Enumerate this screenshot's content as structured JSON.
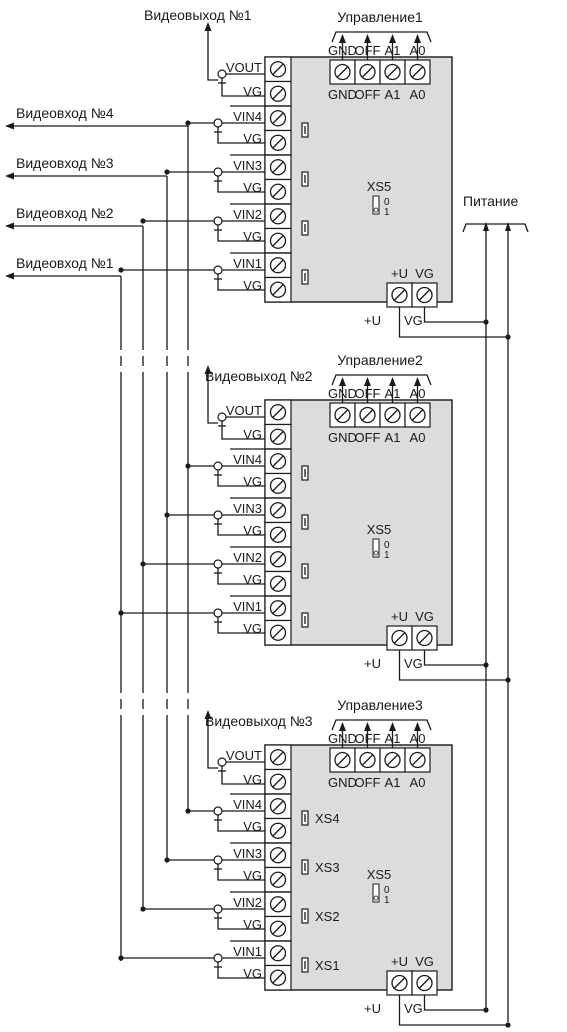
{
  "inputs": [
    {
      "label": "Видеовход №4"
    },
    {
      "label": "Видеовход №3"
    },
    {
      "label": "Видеовход №2"
    },
    {
      "label": "Видеовход №1"
    }
  ],
  "power_label": "Питание",
  "modules": [
    {
      "output_label": "Видеовыход №1",
      "control_label": "Управление1",
      "vout": "VOUT",
      "vg": "VG",
      "vin": [
        "VIN4",
        "VIN3",
        "VIN2",
        "VIN1"
      ],
      "ctrl_top": [
        "GND",
        "OFF",
        "A1",
        "A0"
      ],
      "ctrl_bottom": [
        "GND",
        "OFF",
        "A1",
        "A0"
      ],
      "xs_labels": [
        "",
        "",
        "",
        ""
      ],
      "xs5": "XS5",
      "xs5_0": "0",
      "xs5_1": "1",
      "pwr_top": [
        "+U",
        "VG"
      ],
      "pwr_bottom": [
        "+U",
        "VG"
      ]
    },
    {
      "output_label": "Видеовыход №2",
      "control_label": "Управление2",
      "vout": "VOUT",
      "vg": "VG",
      "vin": [
        "VIN4",
        "VIN3",
        "VIN2",
        "VIN1"
      ],
      "ctrl_top": [
        "GND",
        "OFF",
        "A1",
        "A0"
      ],
      "ctrl_bottom": [
        "GND",
        "OFF",
        "A1",
        "A0"
      ],
      "xs_labels": [
        "",
        "",
        "",
        ""
      ],
      "xs5": "XS5",
      "xs5_0": "0",
      "xs5_1": "1",
      "pwr_top": [
        "+U",
        "VG"
      ],
      "pwr_bottom": [
        "+U",
        "VG"
      ]
    },
    {
      "output_label": "Видеовыход №3",
      "control_label": "Управление3",
      "vout": "VOUT",
      "vg": "VG",
      "vin": [
        "VIN4",
        "VIN3",
        "VIN2",
        "VIN1"
      ],
      "ctrl_top": [
        "GND",
        "OFF",
        "A1",
        "A0"
      ],
      "ctrl_bottom": [
        "GND",
        "OFF",
        "A1",
        "A0"
      ],
      "xs_labels": [
        "XS4",
        "XS3",
        "XS2",
        "XS1"
      ],
      "xs5": "XS5",
      "xs5_0": "0",
      "xs5_1": "1",
      "pwr_top": [
        "+U",
        "VG"
      ],
      "pwr_bottom": [
        "+U",
        "VG"
      ]
    }
  ]
}
